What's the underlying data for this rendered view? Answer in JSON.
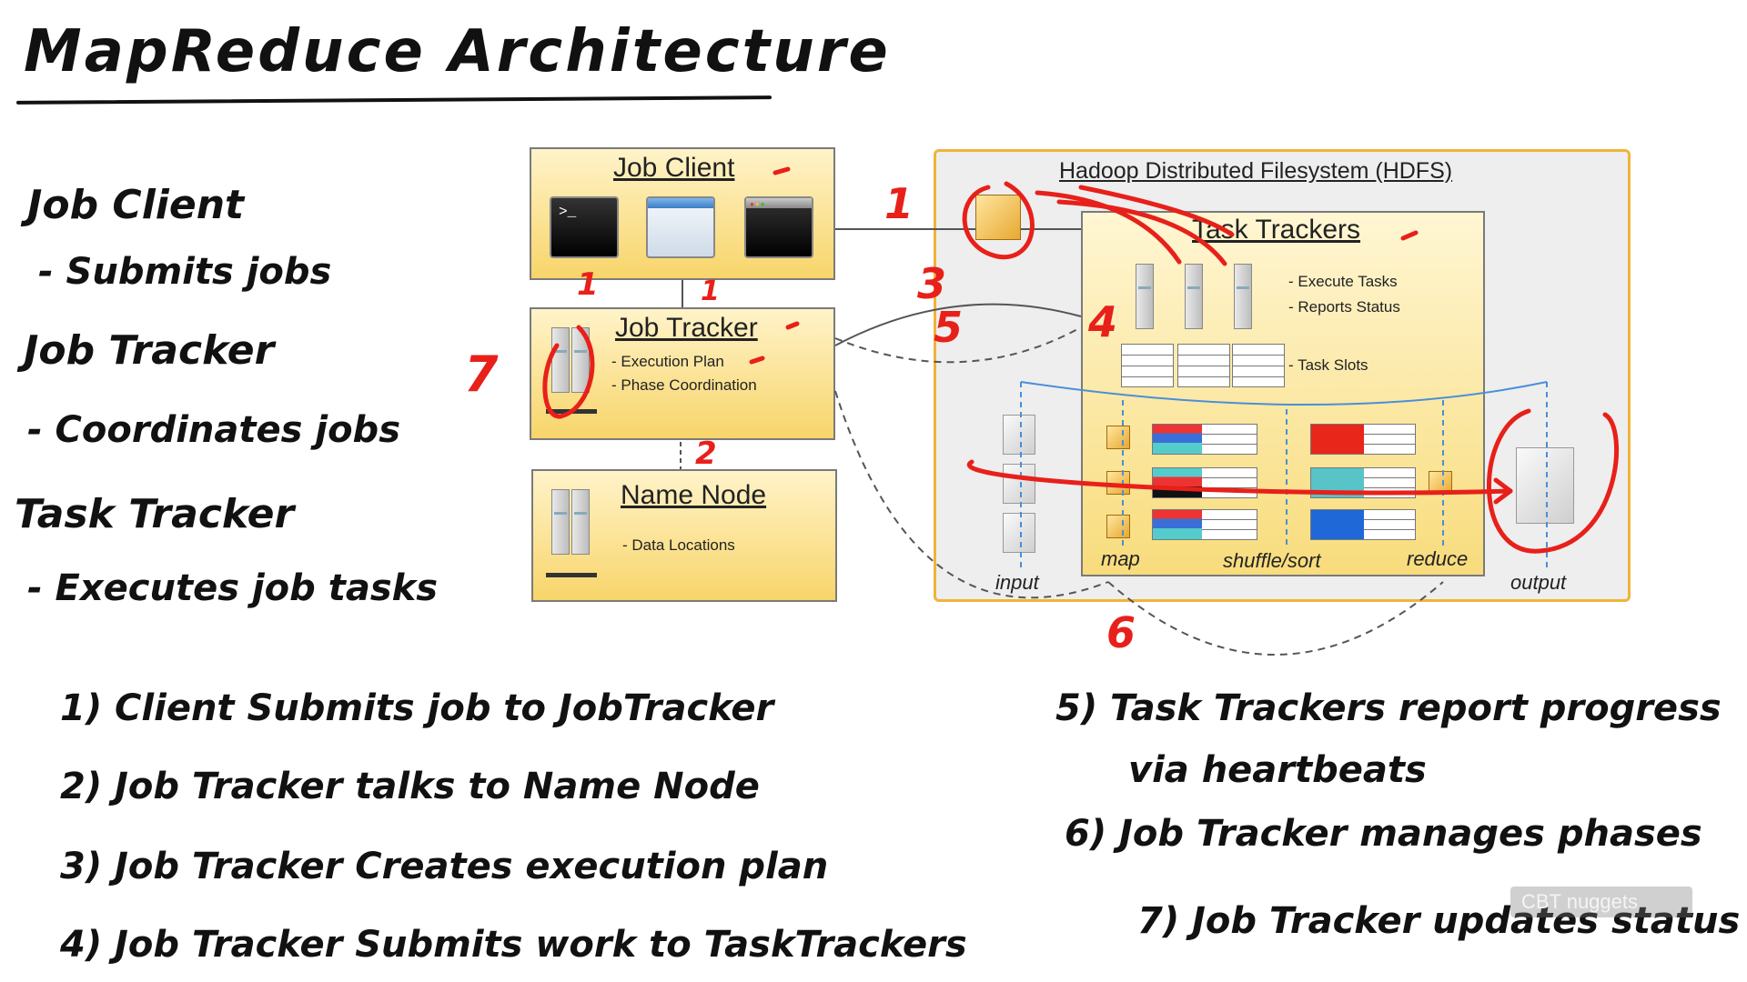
{
  "title": "MapReduce Architecture",
  "sidebar": {
    "job_client": "Job Client",
    "job_client_desc": "- Submits jobs",
    "job_tracker": "Job Tracker",
    "job_tracker_desc": "- Coordinates jobs",
    "task_tracker": "Task Tracker",
    "task_tracker_desc": "- Executes job tasks"
  },
  "diagram": {
    "job_client": {
      "title": "Job Client"
    },
    "job_tracker": {
      "title": "Job Tracker",
      "line1": "- Execution Plan",
      "line2": "- Phase Coordination"
    },
    "name_node": {
      "title": "Name Node",
      "line1": "- Data Locations"
    },
    "hdfs": {
      "title": "Hadoop Distributed Filesystem (HDFS)"
    },
    "task_trackers": {
      "title": "Task Trackers",
      "line1": "- Execute Tasks",
      "line2": "- Reports Status",
      "slots": "- Task Slots"
    },
    "labels": {
      "input": "input",
      "map": "map",
      "shuffle": "shuffle/sort",
      "reduce": "reduce",
      "output": "output"
    },
    "annotations": {
      "n1": "1",
      "n2": "2",
      "n3": "3",
      "n4": "4",
      "n5": "5",
      "n6": "6",
      "n7": "7"
    }
  },
  "steps": {
    "s1": "1) Client Submits job to JobTracker",
    "s2": "2) Job Tracker talks to Name Node",
    "s3": "3) Job Tracker Creates execution plan",
    "s4": "4) Job Tracker Submits work to TaskTrackers",
    "s5": "5) Task Trackers report progress",
    "s5b": "via heartbeats",
    "s6": "6) Job Tracker manages phases",
    "s7": "7) Job Tracker updates status"
  },
  "watermark": "CBT nuggets",
  "colors": {
    "annotation_red": "#e8201a",
    "box_yellow": "#f8d56a",
    "hdfs_border": "#f0b43a",
    "blue": "#4a8fd8"
  }
}
